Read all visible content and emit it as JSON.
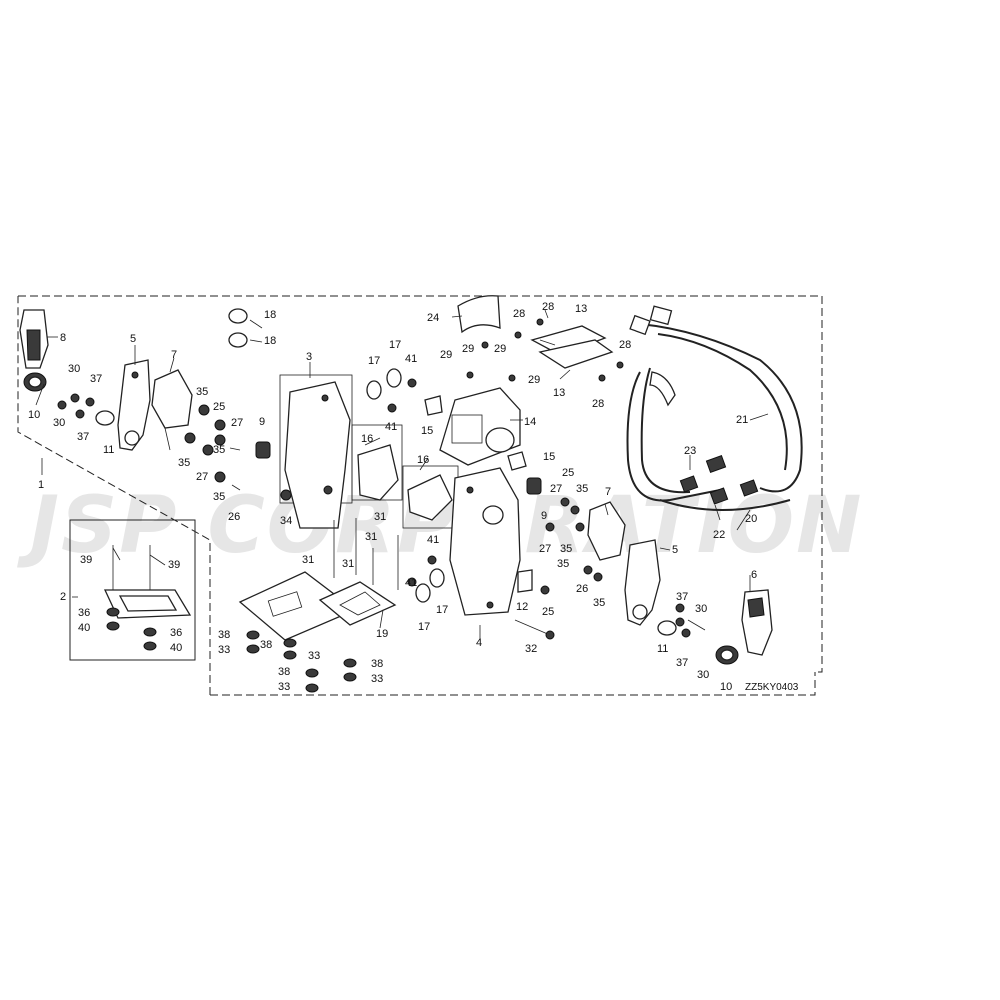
{
  "watermark": "JSP CORPORATION",
  "diagram_code": "ZZ5KY0403",
  "callouts": {
    "c1": "1",
    "c2": "2",
    "c3": "3",
    "c4": "4",
    "c5a": "5",
    "c5b": "5",
    "c6": "6",
    "c7a": "7",
    "c7b": "7",
    "c8": "8",
    "c9a": "9",
    "c9b": "9",
    "c10a": "10",
    "c10b": "10",
    "c11a": "11",
    "c11b": "11",
    "c12": "12",
    "c13a": "13",
    "c13b": "13",
    "c14": "14",
    "c15a": "15",
    "c15b": "15",
    "c16a": "16",
    "c16b": "16",
    "c17a": "17",
    "c17b": "17",
    "c18a": "18",
    "c18b": "18",
    "c19": "19",
    "c20": "20",
    "c21": "21",
    "c22": "22",
    "c23": "23",
    "c24": "24",
    "c25a": "25",
    "c25b": "25",
    "c25c": "25",
    "c26a": "26",
    "c26b": "26",
    "c27a": "27",
    "c27b": "27",
    "c28a": "28",
    "c28b": "28",
    "c28c": "28",
    "c28d": "28",
    "c29a": "29",
    "c29b": "29",
    "c29c": "29",
    "c30a": "30",
    "c30b": "30",
    "c30c": "30",
    "c30d": "30",
    "c31a": "31",
    "c31b": "31",
    "c31c": "31",
    "c31d": "31",
    "c32": "32",
    "c33a": "33",
    "c33b": "33",
    "c33c": "33",
    "c33d": "33",
    "c34": "34",
    "c35a": "35",
    "c35b": "35",
    "c35c": "35",
    "c35d": "35",
    "c35e": "35",
    "c35f": "35",
    "c35g": "35",
    "c36a": "36",
    "c36b": "36",
    "c37a": "37",
    "c37b": "37",
    "c37c": "37",
    "c37d": "37",
    "c38a": "38",
    "c38b": "38",
    "c38c": "38",
    "c38d": "38",
    "c39a": "39",
    "c39b": "39",
    "c40a": "40",
    "c40b": "40",
    "c41a": "41",
    "c41b": "41",
    "c41c": "41",
    "c41d": "41"
  }
}
